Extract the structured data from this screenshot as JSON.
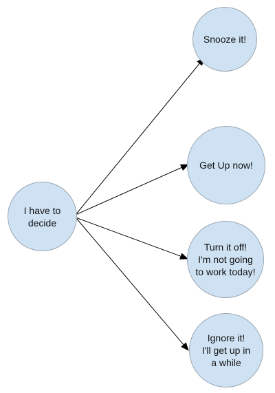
{
  "diagram": {
    "source": {
      "label": "I have to\ndecide"
    },
    "options": [
      {
        "label": "Snooze it!"
      },
      {
        "label": "Get Up now!"
      },
      {
        "label": "Turn it off!\nI'm not going\nto work today!"
      },
      {
        "label": "Ignore it!\nI'll get up in\na while"
      }
    ],
    "colors": {
      "node_fill": "#cfe2f3",
      "node_border": "#9aa6b0",
      "arrow": "#000000"
    }
  }
}
